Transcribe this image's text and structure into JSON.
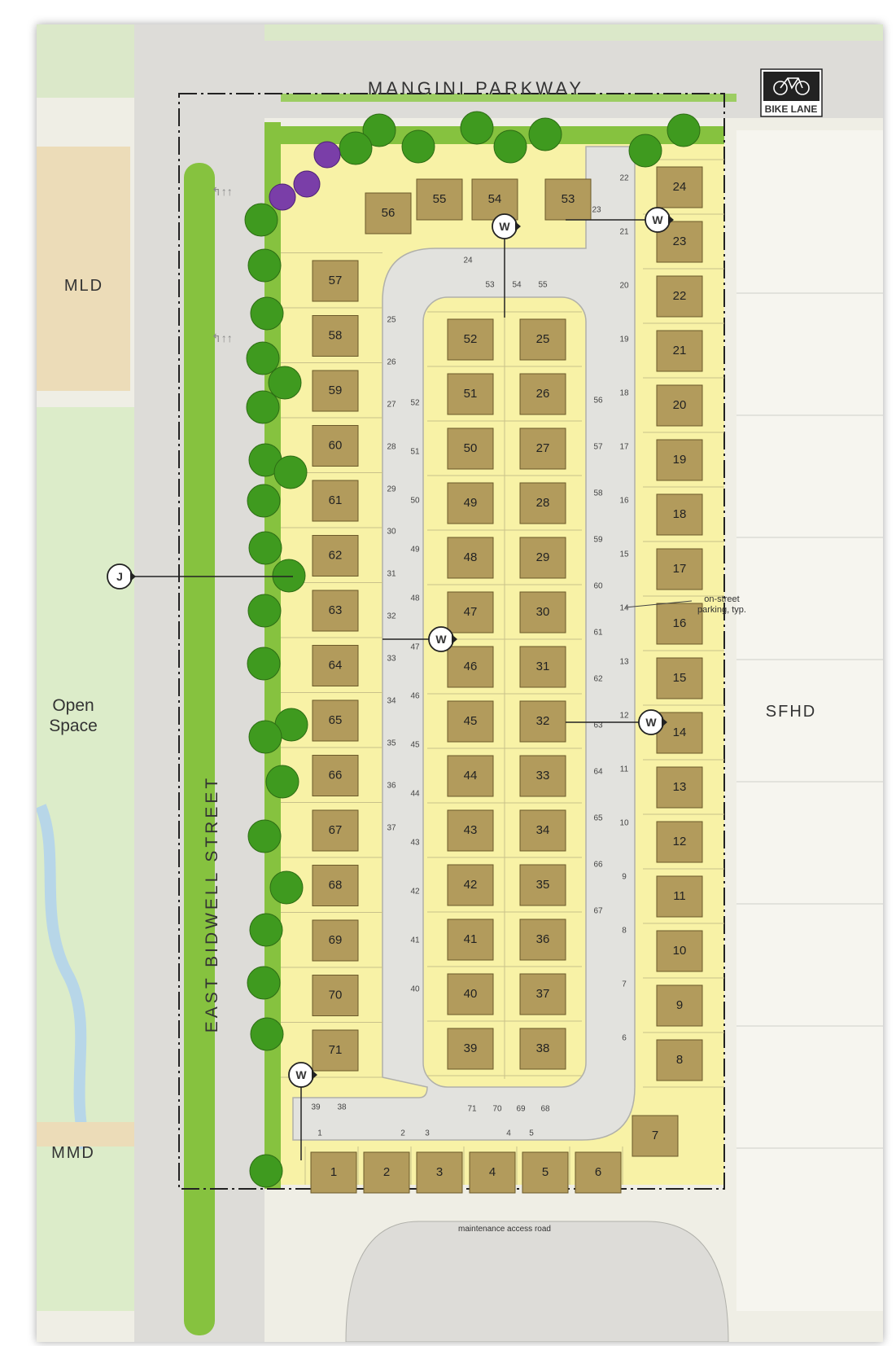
{
  "labels": {
    "street_top": "MANGINI PARKWAY",
    "street_left": "EAST BIDWELL STREET",
    "bike_lane": "BIKE LANE",
    "mld": "MLD",
    "open_space_line1": "Open",
    "open_space_line2": "Space",
    "mmd": "MMD",
    "sfhd": "SFHD",
    "onstreet_line1": "on-street",
    "onstreet_line2": "parking, typ.",
    "maintenance_road": "maintenance access road",
    "marker_w": "W",
    "marker_j": "J"
  },
  "lots": [
    "1",
    "2",
    "3",
    "4",
    "5",
    "6",
    "7",
    "8",
    "9",
    "10",
    "11",
    "12",
    "13",
    "14",
    "15",
    "16",
    "17",
    "18",
    "19",
    "20",
    "21",
    "22",
    "23",
    "24",
    "25",
    "26",
    "27",
    "28",
    "29",
    "30",
    "31",
    "32",
    "33",
    "34",
    "35",
    "36",
    "37",
    "38",
    "39",
    "40",
    "41",
    "42",
    "43",
    "44",
    "45",
    "46",
    "47",
    "48",
    "49",
    "50",
    "51",
    "52",
    "53",
    "54",
    "55",
    "56",
    "57",
    "58",
    "59",
    "60",
    "61",
    "62",
    "63",
    "64",
    "65",
    "66",
    "67",
    "68",
    "69",
    "70",
    "71"
  ],
  "parking": [
    "1",
    "2",
    "3",
    "4",
    "5",
    "6",
    "7",
    "8",
    "9",
    "10",
    "11",
    "12",
    "13",
    "14",
    "15",
    "16",
    "17",
    "18",
    "19",
    "20",
    "21",
    "22",
    "23",
    "24",
    "25",
    "26",
    "27",
    "28",
    "29",
    "30",
    "31",
    "32",
    "33",
    "34",
    "35",
    "36",
    "37",
    "38",
    "39",
    "40",
    "41",
    "42",
    "43",
    "44",
    "45",
    "46",
    "47",
    "48",
    "49",
    "50",
    "51",
    "52",
    "53",
    "54",
    "55",
    "56",
    "57",
    "58",
    "59",
    "60",
    "61",
    "62",
    "63",
    "64",
    "65",
    "66",
    "67",
    "68",
    "69",
    "70",
    "71"
  ],
  "colors": {
    "lot": "#f8f2a6",
    "house": "#b29b5c",
    "road": "#e2e2de",
    "green": "#86c23f",
    "tree": "#3f9a1f",
    "flower_tree": "#7a3ea8"
  }
}
